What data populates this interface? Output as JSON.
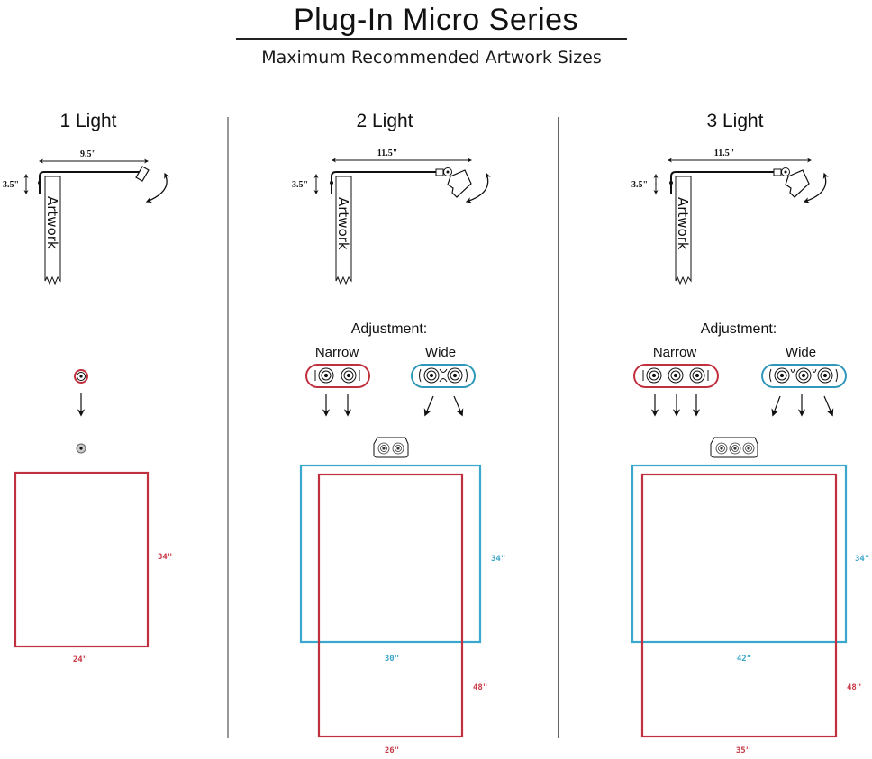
{
  "header": {
    "title": "Plug-In Micro Series",
    "subtitle": "Maximum Recommended Artwork Sizes"
  },
  "colors": {
    "narrow": "#c0303e",
    "wide": "#2f97b8",
    "ink": "#111111"
  },
  "columns": [
    {
      "title": "1 Light",
      "arm_length": "9.5\"",
      "arm_height": "3.5\"",
      "artwork_label": "Artwork",
      "adjustment": null,
      "narrow_size": {
        "width": "24\"",
        "height": "34\""
      }
    },
    {
      "title": "2 Light",
      "arm_length": "11.5\"",
      "arm_height": "3.5\"",
      "artwork_label": "Artwork",
      "adjustment": {
        "label": "Adjustment:",
        "narrow_label": "Narrow",
        "wide_label": "Wide"
      },
      "wide_size": {
        "width": "30\"",
        "height": "34\""
      },
      "narrow_size": {
        "width": "26\"",
        "height": "48\""
      }
    },
    {
      "title": "3 Light",
      "arm_length": "11.5\"",
      "arm_height": "3.5\"",
      "artwork_label": "Artwork",
      "adjustment": {
        "label": "Adjustment:",
        "narrow_label": "Narrow",
        "wide_label": "Wide"
      },
      "wide_size": {
        "width": "42\"",
        "height": "34\""
      },
      "narrow_size": {
        "width": "35\"",
        "height": "48\""
      }
    }
  ]
}
